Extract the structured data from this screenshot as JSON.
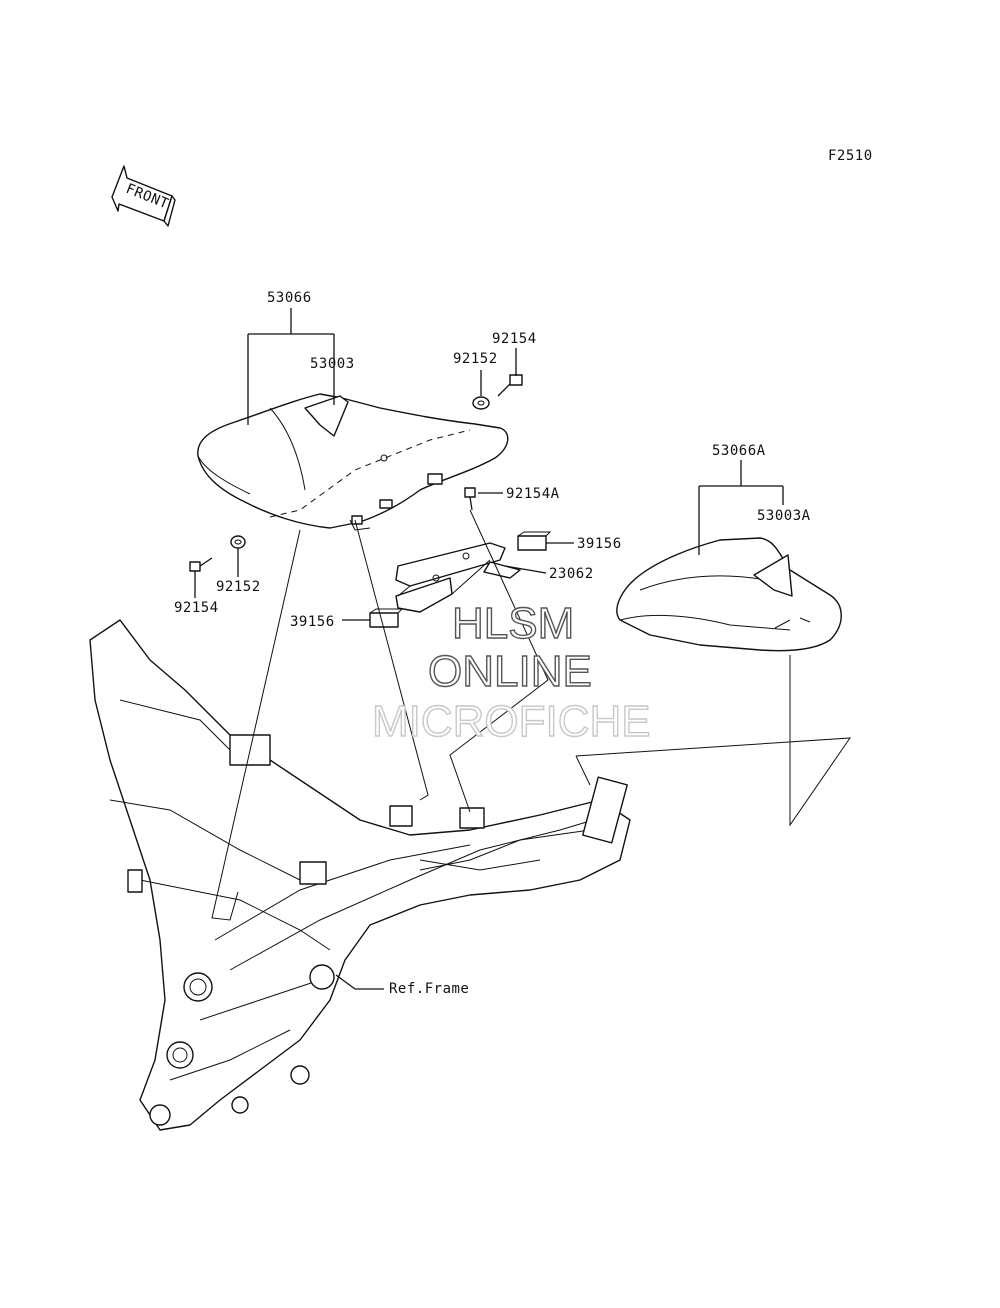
{
  "figure_code": "F2510",
  "front_arrow_label": "FRONT",
  "watermark": [
    "HLSM",
    "ONLINE",
    "MICROFICHE"
  ],
  "part_labels": {
    "seat_assy": "53066",
    "seat_cover": "53003",
    "bolt_top": "92154",
    "collar_top": "92152",
    "bolt_bracket": "92154A",
    "damper_upper": "39156",
    "bracket": "23062",
    "damper_lower": "39156",
    "collar_left": "92152",
    "bolt_left": "92154",
    "rear_seat_assy": "53066A",
    "rear_seat_cover": "53003A",
    "ref_frame": "Ref.Frame"
  }
}
